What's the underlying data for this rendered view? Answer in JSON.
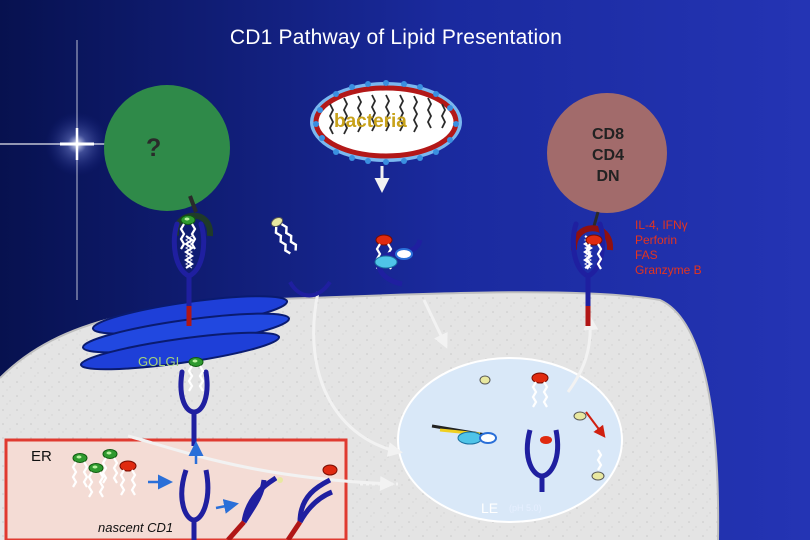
{
  "title": "CD1 Pathway of Lipid Presentation",
  "cell_question": "?",
  "bacteria": {
    "label": "bacteria",
    "label_color": "#c8a21a"
  },
  "t_cell": {
    "lines": [
      "CD8",
      "CD4",
      "DN"
    ]
  },
  "effector_molecules": [
    "IL-4, IFNγ",
    "Perforin",
    "FAS",
    "Granzyme B"
  ],
  "compartments": {
    "golgi": "GOLGI",
    "er": "ER",
    "nascent": "nascent CD1",
    "late_endosome": "LE",
    "late_endosome_ph": "(pH 5.0)"
  },
  "colors": {
    "background": "#0d1a7a",
    "cell_interior": "#e6e6e6",
    "green_cell": "#2f8a49",
    "t_cell": "#a26b6b",
    "cd1_molecule": "#1f1fa0",
    "tcr": "#8f1010",
    "lipid_antigen": "#e02a10",
    "er_border": "#e03a30",
    "effector_text": "#e4341e"
  }
}
